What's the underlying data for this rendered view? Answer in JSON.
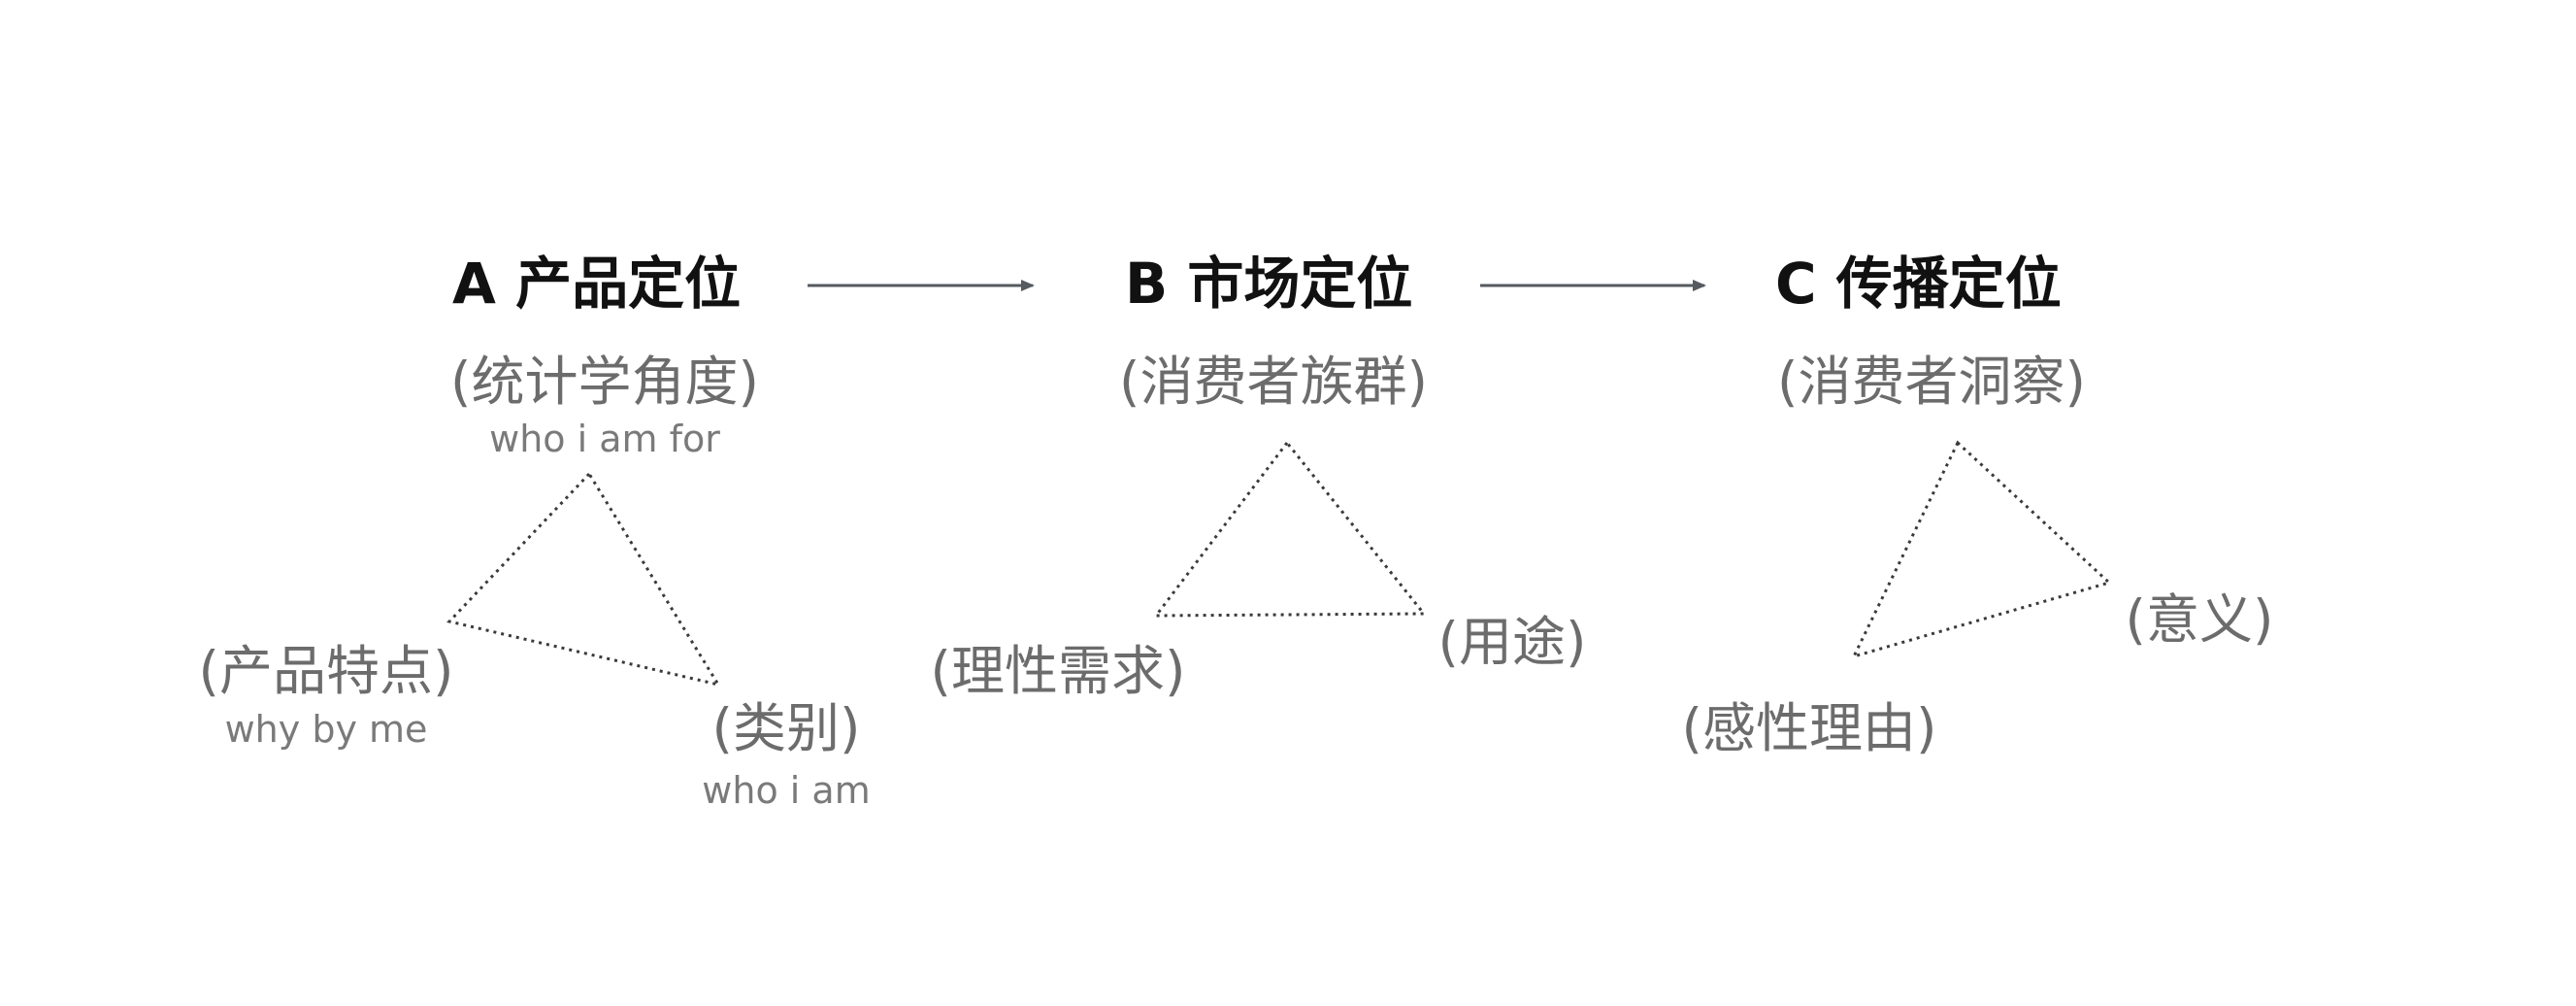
{
  "colors": {
    "title": "#111111",
    "subtitle": "#6c6c6c",
    "english": "#7a7a7a",
    "arrow": "#555a60",
    "triangle": "#3a3a3a"
  },
  "stages": [
    {
      "title": "A 产品定位",
      "subtitle": "(统计学角度)",
      "subtitle_en": "who i am for",
      "vertices": [
        {
          "label": "(产品特点)",
          "en": "why by me"
        },
        {
          "label": "(类别)",
          "en": "who i am"
        }
      ]
    },
    {
      "title": "B 市场定位",
      "subtitle": "(消费者族群)",
      "vertices": [
        {
          "label": "(理性需求)"
        },
        {
          "label": "(用途)"
        }
      ]
    },
    {
      "title": "C 传播定位",
      "subtitle": "(消费者洞察)",
      "vertices": [
        {
          "label": "(感性理由)"
        },
        {
          "label": "(意义)"
        }
      ]
    }
  ],
  "arrows": [
    {
      "from": "A 产品定位",
      "to": "B 市场定位"
    },
    {
      "from": "B 市场定位",
      "to": "C 传播定位"
    }
  ]
}
